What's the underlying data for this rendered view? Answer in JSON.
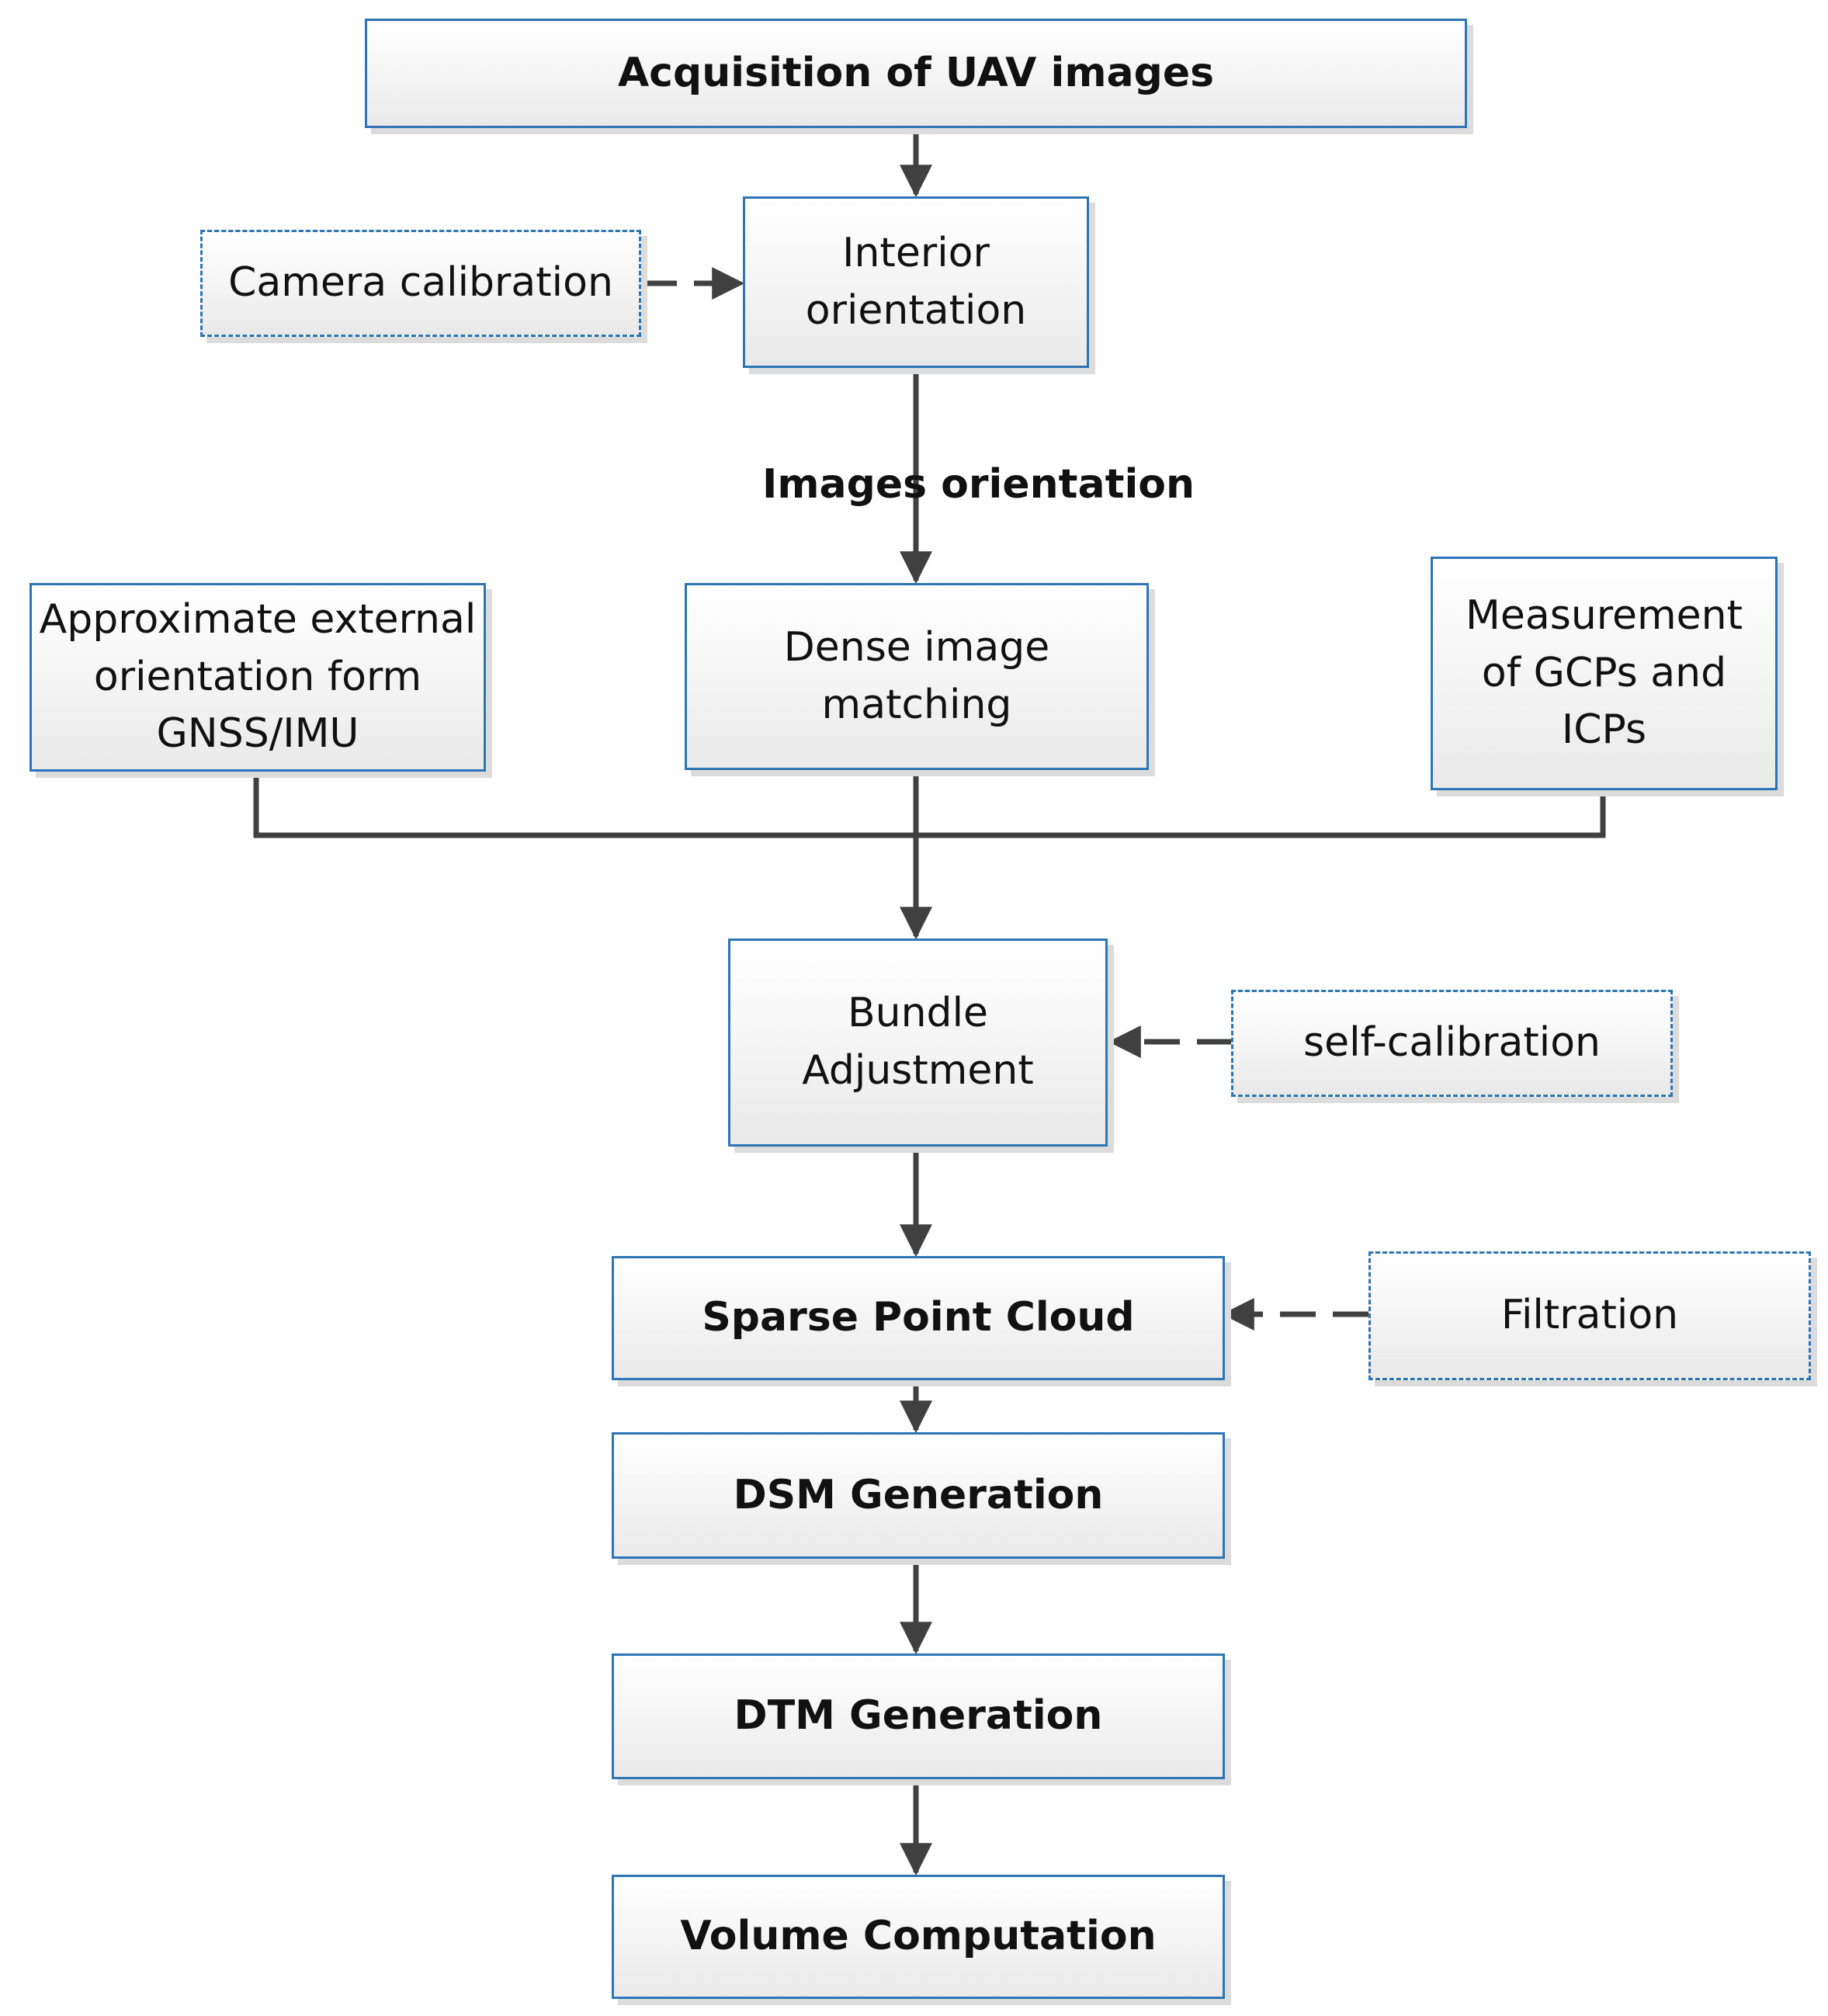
{
  "nodes": {
    "acquisition": "Acquisition of UAV images",
    "camera_calibration": "Camera calibration",
    "interior_orientation": "Interior\norientation",
    "approximate_external": "Approximate external\norientation form\nGNSS/IMU",
    "dense_matching": "Dense image\nmatching",
    "measurement_gcps": "Measurement\nof GCPs and\nICPs",
    "bundle_adjustment": "Bundle\nAdjustment",
    "self_calibration": "self-calibration",
    "sparse_point_cloud": "Sparse Point Cloud",
    "filtration": "Filtration",
    "dsm_generation": "DSM Generation",
    "dtm_generation": "DTM Generation",
    "volume_computation": "Volume Computation"
  },
  "labels": {
    "images_orientation": "Images orientation"
  },
  "colors": {
    "box_border": "#2e75b6",
    "connector": "#404040",
    "text": "#111111"
  }
}
